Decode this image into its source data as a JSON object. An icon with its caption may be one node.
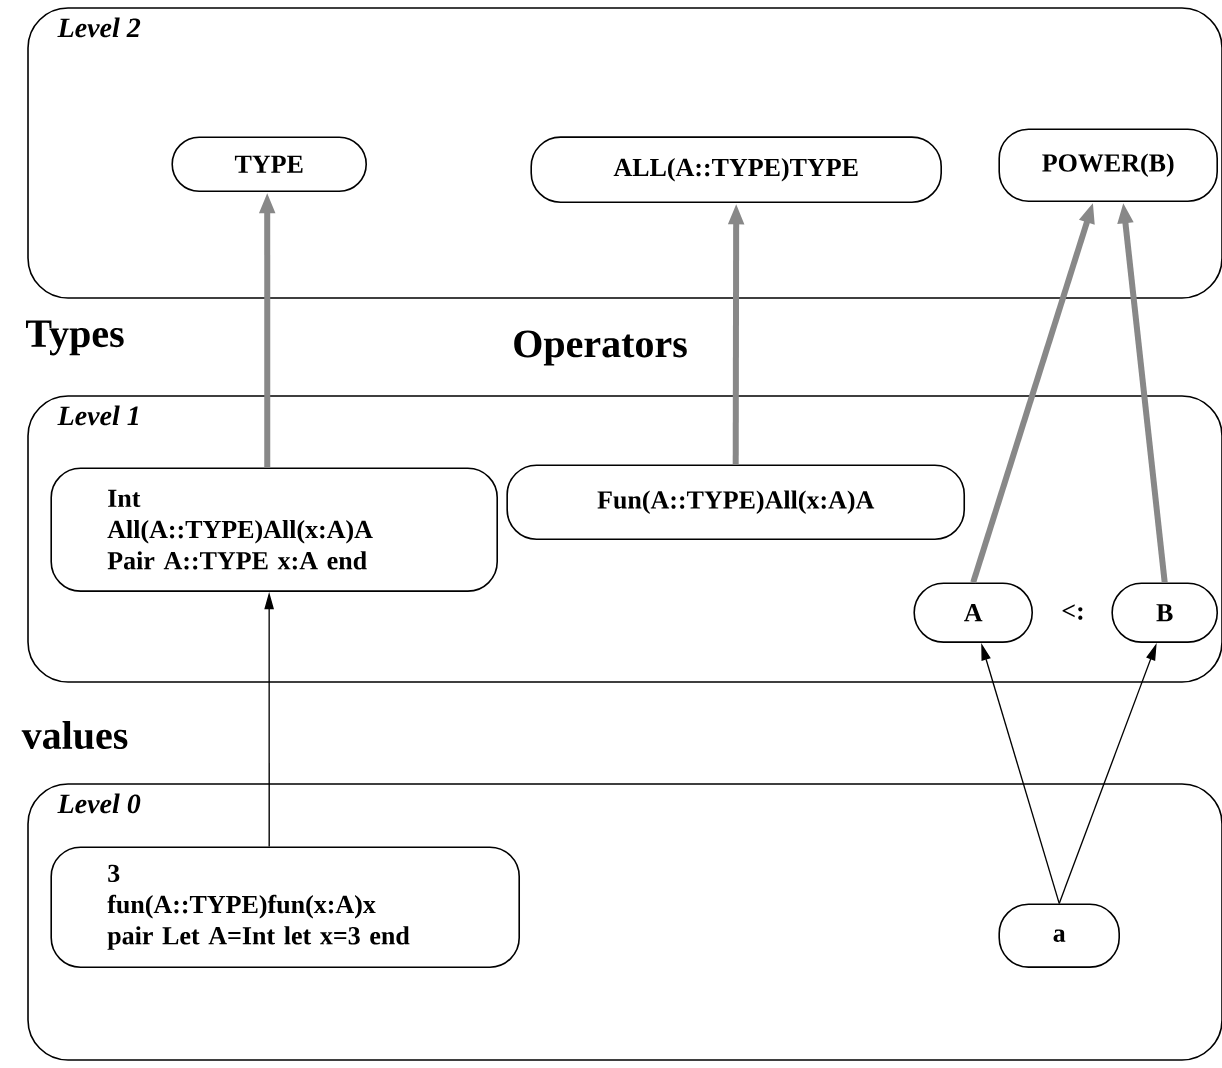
{
  "diagram": {
    "nodes": [
      {
        "text": [
          "Level 2"
        ]
      },
      {
        "text": [
          "TYPE"
        ],
        "in": 0
      },
      {
        "text": [
          "ALL(A::TYPE)TYPE"
        ],
        "in": 0
      },
      {
        "text": [
          "POWER(B)"
        ],
        "in": 0
      },
      {
        "text": [
          "Level 1"
        ]
      },
      {
        "text": [
          "Int",
          "All(A::TYPE)All(x:A)A",
          "Pair A::TYPE x:A end"
        ],
        "in": 4
      },
      {
        "text": [
          "Fun(A::TYPE)All(x:A)A"
        ],
        "in": 4
      },
      {
        "text": [
          "A"
        ],
        "in": 4
      },
      {
        "text": [
          "B"
        ],
        "in": 4
      },
      {
        "text": [
          "Level 0"
        ]
      },
      {
        "text": [
          "3",
          "fun(A::TYPE)fun(x:A)x",
          "pair Let A=Int let x=3 end"
        ],
        "in": 9
      },
      {
        "text": [
          "a"
        ],
        "in": 9
      }
    ],
    "edges": [
      {
        "from": 5,
        "to": 1,
        "arrow": "to"
      },
      {
        "from": 6,
        "to": 2,
        "arrow": "to"
      },
      {
        "from": 7,
        "to": 3,
        "arrow": "to"
      },
      {
        "from": 8,
        "to": 3,
        "arrow": "to"
      },
      {
        "from": 10,
        "to": 5,
        "arrow": "to",
        "color": "#000000"
      },
      {
        "from": 11,
        "to": 7,
        "arrow": "to",
        "color": "#000000"
      },
      {
        "from": 11,
        "to": 8,
        "arrow": "to",
        "color": "#000000"
      }
    ],
    "labels": [
      "Types",
      "Operators",
      "<:",
      "values"
    ]
  }
}
